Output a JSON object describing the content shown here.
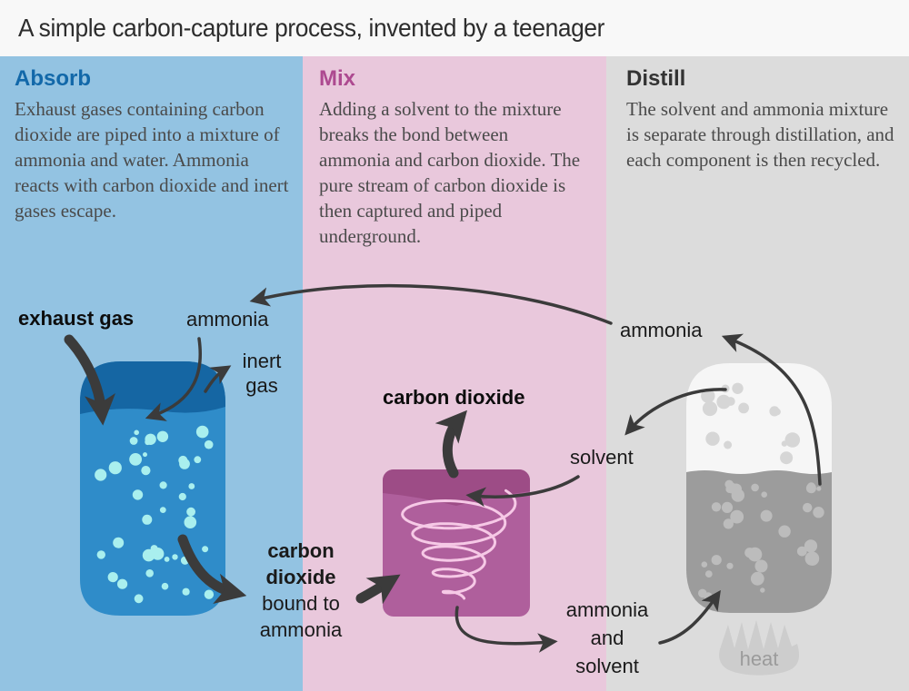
{
  "title": "A simple carbon-capture process, invented by a teenager",
  "panels": [
    {
      "id": "absorb",
      "heading": "Absorb",
      "heading_color": "#1268a9",
      "bg": "#93c3e2",
      "body": "Exhaust gases containing carbon dioxide are piped into a mixture of ammonia and water. Ammonia reacts with carbon dioxide and inert gases escape."
    },
    {
      "id": "mix",
      "heading": "Mix",
      "heading_color": "#ad4a90",
      "bg": "#e9c8dc",
      "body": "Adding a solvent to the mixture breaks the bond between ammonia and carbon dioxide. The pure stream of carbon dioxide is then captured and piped underground."
    },
    {
      "id": "distill",
      "heading": "Distill",
      "heading_color": "#333333",
      "bg": "#dcdcdc",
      "body": "The solvent and ammonia mixture is separate through distillation, and each component is then recycled."
    }
  ],
  "labels": {
    "exhaust_gas": "exhaust gas",
    "ammonia_left": "ammonia",
    "inert_gas_line1": "inert",
    "inert_gas_line2": "gas",
    "co2_bound_bold1": "carbon",
    "co2_bound_bold2": "dioxide",
    "co2_bound_rest1": "bound to",
    "co2_bound_rest2": "ammonia",
    "carbon_dioxide_mix": "carbon dioxide",
    "solvent": "solvent",
    "ammonia_right": "ammonia",
    "ammonia_and_solvent_line1": "ammonia",
    "ammonia_and_solvent_line2": "and",
    "ammonia_and_solvent_line3": "solvent",
    "heat": "heat"
  },
  "colors": {
    "absorb_heading": "#1268a9",
    "mix_heading": "#ad4a90",
    "distill_heading": "#333333",
    "absorb_bg": "#93c3e2",
    "mix_bg": "#e9c8dc",
    "distill_bg": "#dcdcdc",
    "vessel1_headspace": "#1566a3",
    "vessel1_liquid": "#2f8cc9",
    "vessel1_bubbles": "#a9efee",
    "vessel2_body": "#af5f9c",
    "vessel2_top_band": "#9d4c86",
    "vessel2_spiral": "#f6c9e6",
    "vessel3_vapor": "#f6f6f6",
    "vessel3_liquid": "#9c9c9c",
    "flame": "#cdcdcd",
    "arrows": "#3b3b3b"
  }
}
